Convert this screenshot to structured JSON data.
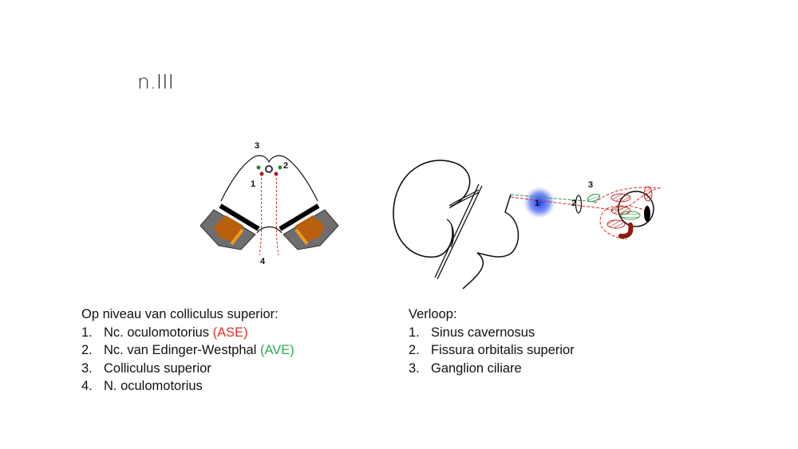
{
  "title": "n.III",
  "figure_left": {
    "labels": [
      "1",
      "2",
      "3",
      "4"
    ]
  },
  "figure_right": {
    "labels": [
      "1",
      "2",
      "3"
    ]
  },
  "left_list": {
    "heading": "Op niveau van colliculus superior:",
    "items": [
      {
        "num": "1.",
        "text": "Nc. oculomotorius ",
        "tag": "(ASE)"
      },
      {
        "num": "2.",
        "text": "Nc. van Edinger-Westphal ",
        "tag": "(AVE)"
      },
      {
        "num": "3.",
        "text": "Colliculus superior"
      },
      {
        "num": "4.",
        "text": "N. oculomotorius"
      }
    ]
  },
  "right_list": {
    "heading": "Verloop:",
    "items": [
      {
        "num": "1.",
        "text": "Sinus cavernosus"
      },
      {
        "num": "2.",
        "text": "Fissura orbitalis superior"
      },
      {
        "num": "3.",
        "text": "Ganglion ciliare"
      }
    ]
  },
  "colors": {
    "ase": "#e0302a",
    "ave": "#2eaa55"
  }
}
